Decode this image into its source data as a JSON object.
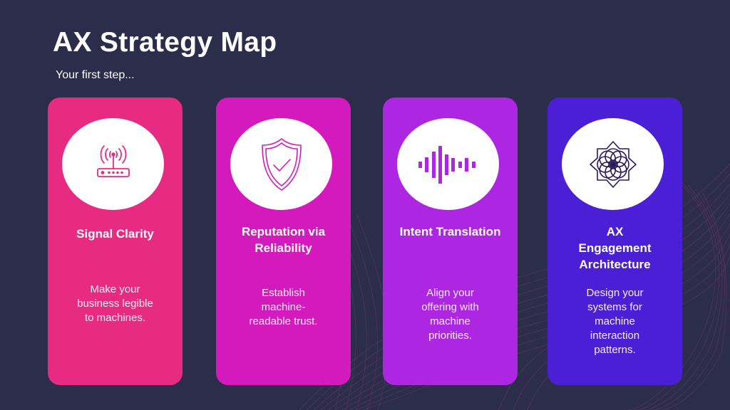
{
  "slide": {
    "title": "AX Strategy Map",
    "subtitle": "Your first step...",
    "background_color": "#2c2c4b"
  },
  "cards": [
    {
      "icon": "router-signal-icon",
      "heading_lines": [
        "Signal Clarity"
      ],
      "heading": "Signal Clarity",
      "description": "Make your business legible to machines.",
      "description_lines": [
        "Make your",
        "business",
        "legible to",
        "machines."
      ],
      "color": "#e72a82"
    },
    {
      "icon": "shield-check-icon",
      "heading": "Reputation via Reliability",
      "heading_lines": [
        "Reputation via",
        "Reliability"
      ],
      "description": "Establish machine-readable trust.",
      "description_lines": [
        "Establish",
        "machine-",
        "readable",
        "trust."
      ],
      "color": "#d41abd"
    },
    {
      "icon": "sound-wave-icon",
      "heading": "Intent Translation",
      "heading_lines": [
        "Intent",
        "Translation"
      ],
      "description": "Align your offering with machine priorities.",
      "description_lines": [
        "Align your",
        "offering with",
        "machine",
        "priorities."
      ],
      "color": "#ad26e2"
    },
    {
      "icon": "mandala-flower-icon",
      "heading": "AX Engagement Architecture",
      "heading_lines": [
        "AX",
        "Engagement",
        "Architecture"
      ],
      "description": "Design your systems for machine interaction patterns.",
      "description_lines": [
        "Design your",
        "systems for",
        "machine",
        "interaction",
        "patterns."
      ],
      "color": "#4b1fd6"
    }
  ]
}
